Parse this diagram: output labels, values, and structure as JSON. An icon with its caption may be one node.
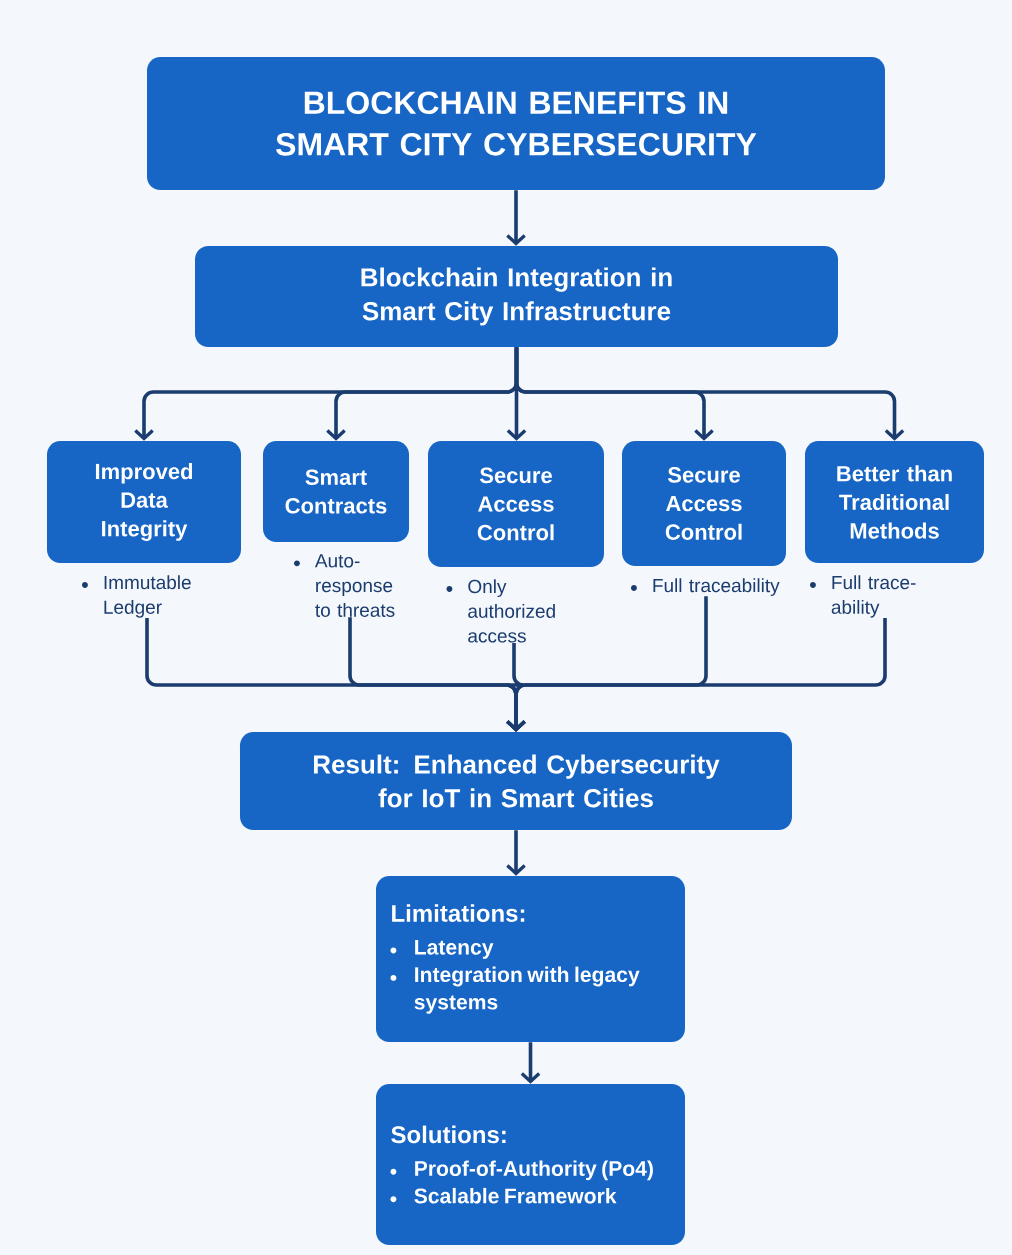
{
  "diagram": {
    "nodes": [
      {
        "text": [
          "BLOCKCHAIN BENEFITS IN SMART CITY CYBERSECURITY"
        ]
      },
      {
        "text": [
          "Blockchain Integration in Smart City Infrastructure"
        ]
      },
      {
        "text": [
          "Improved Data Integrity"
        ],
        "beside": [
          "Immutable Ledger"
        ]
      },
      {
        "text": [
          "Smart Contracts"
        ],
        "beside": [
          "Auto-response to threats"
        ]
      },
      {
        "text": [
          "Secure Access Control"
        ],
        "beside": [
          "Only authorized access"
        ]
      },
      {
        "text": [
          "Secure Access Control"
        ],
        "beside": [
          "Full traceability"
        ]
      },
      {
        "text": [
          "Better than Traditional Methods"
        ],
        "beside": [
          "Full trace-ability"
        ]
      },
      {
        "text": [
          "Result: Enhanced Cybersecurity for IoT in Smart Cities"
        ]
      },
      {
        "text": [
          "Limitations:",
          "Latency",
          "Integration with legacy systems"
        ]
      },
      {
        "text": [
          "Solutions:",
          "Proof-of-Authority (Po4)",
          "Scalable Framework"
        ]
      }
    ],
    "edges": [
      {
        "from": 0,
        "to": 1,
        "arrow": "to"
      },
      {
        "from": 1,
        "to": 2,
        "arrow": "to"
      },
      {
        "from": 1,
        "to": 3,
        "arrow": "to"
      },
      {
        "from": 1,
        "to": 4,
        "arrow": "to"
      },
      {
        "from": 1,
        "to": 5,
        "arrow": "to"
      },
      {
        "from": 1,
        "to": 6,
        "arrow": "to"
      },
      {
        "from": 2,
        "to": 7,
        "arrow": "to"
      },
      {
        "from": 3,
        "to": 7,
        "arrow": "to"
      },
      {
        "from": 4,
        "to": 7,
        "arrow": "to"
      },
      {
        "from": 5,
        "to": 7,
        "arrow": "to"
      },
      {
        "from": 6,
        "to": 7,
        "arrow": "to"
      },
      {
        "from": 7,
        "to": 8,
        "arrow": "to"
      },
      {
        "from": 8,
        "to": 9,
        "arrow": "to"
      }
    ]
  }
}
